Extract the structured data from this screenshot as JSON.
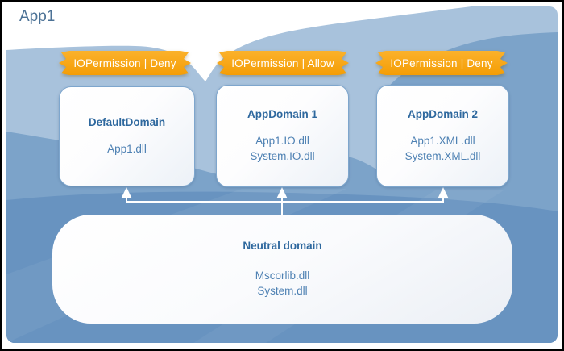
{
  "process": {
    "title": "App1"
  },
  "banners": [
    {
      "label": "IOPermission | Deny"
    },
    {
      "label": "IOPermission | Allow"
    },
    {
      "label": "IOPermission | Deny"
    }
  ],
  "domains": [
    {
      "name": "DefaultDomain",
      "assemblies": [
        "App1.dll"
      ]
    },
    {
      "name": "AppDomain 1",
      "assemblies": [
        "App1.IO.dll",
        "System.IO.dll"
      ]
    },
    {
      "name": "AppDomain 2",
      "assemblies": [
        "App1.XML.dll",
        "System.XML.dll"
      ]
    }
  ],
  "neutral_domain": {
    "name": "Neutral domain",
    "assemblies": [
      "Mscorlib.dll",
      "System.dll"
    ]
  },
  "colors": {
    "banner_fill": "#F9A814",
    "banner_text": "#FFFFFF",
    "box_border": "#7EA6CD",
    "domain_title_text": "#2E689E",
    "assembly_text": "#4E81B3",
    "frame_title_text": "#4C7296",
    "background_light_blue": "#A8C2DC",
    "background_medium_blue": "#7CA3C9",
    "background_deep_blue": "#6893C0",
    "arrow": "#FFFFFF"
  }
}
